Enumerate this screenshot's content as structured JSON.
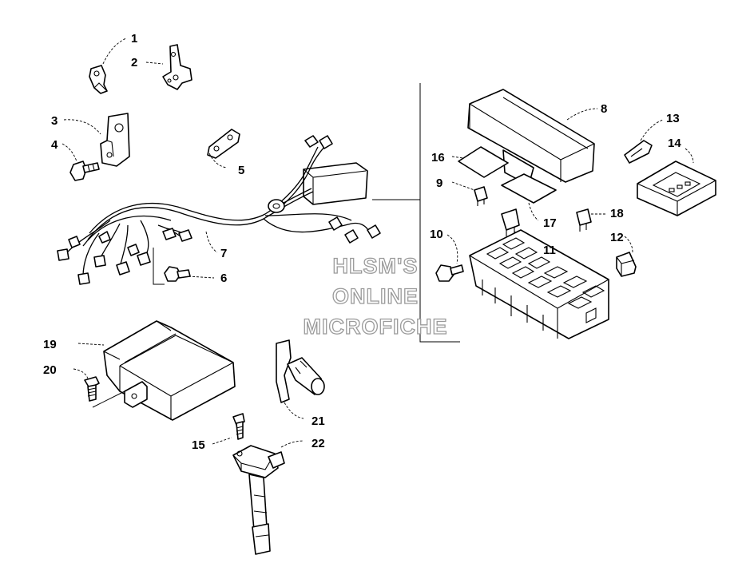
{
  "watermark": {
    "line1": "HLSM'S",
    "line2": "ONLINE",
    "line3": "MICROFICHE"
  },
  "callouts": [
    {
      "id": "1",
      "label": "1"
    },
    {
      "id": "2",
      "label": "2"
    },
    {
      "id": "3",
      "label": "3"
    },
    {
      "id": "4",
      "label": "4"
    },
    {
      "id": "5",
      "label": "5"
    },
    {
      "id": "6",
      "label": "6"
    },
    {
      "id": "7",
      "label": "7"
    },
    {
      "id": "8",
      "label": "8"
    },
    {
      "id": "9",
      "label": "9"
    },
    {
      "id": "10",
      "label": "10"
    },
    {
      "id": "11",
      "label": "11"
    },
    {
      "id": "12",
      "label": "12"
    },
    {
      "id": "13",
      "label": "13"
    },
    {
      "id": "14",
      "label": "14"
    },
    {
      "id": "15",
      "label": "15"
    },
    {
      "id": "16",
      "label": "16"
    },
    {
      "id": "17",
      "label": "17"
    },
    {
      "id": "18",
      "label": "18"
    },
    {
      "id": "19",
      "label": "19"
    },
    {
      "id": "20",
      "label": "20"
    },
    {
      "id": "21",
      "label": "21"
    },
    {
      "id": "22",
      "label": "22"
    }
  ]
}
